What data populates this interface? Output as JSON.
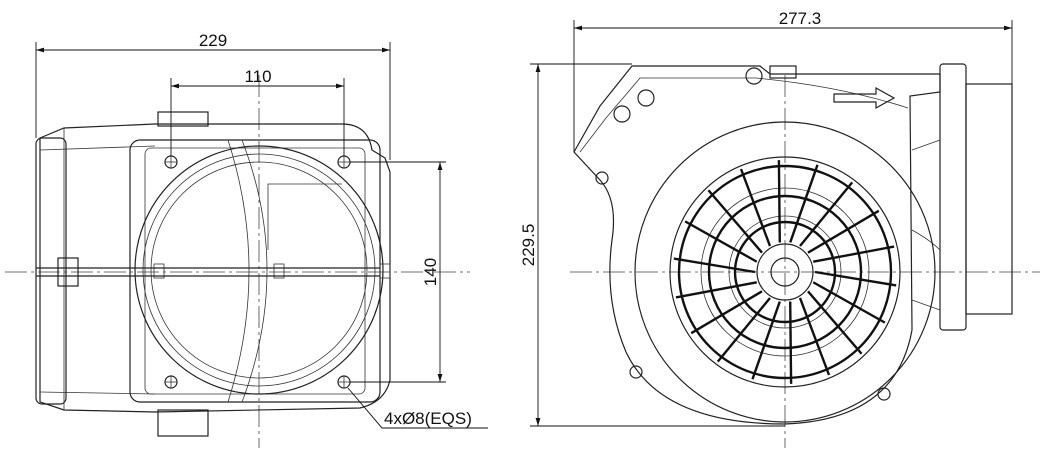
{
  "drawing": {
    "front_view": {
      "overall_width": "229",
      "hole_spacing_horizontal": "110",
      "hole_spacing_vertical": "140",
      "hole_callout": "4xØ8(EQS)"
    },
    "side_view": {
      "overall_length": "277.3",
      "overall_height": "229.5"
    },
    "colors": {
      "line": "#222222",
      "background": "#ffffff"
    }
  }
}
